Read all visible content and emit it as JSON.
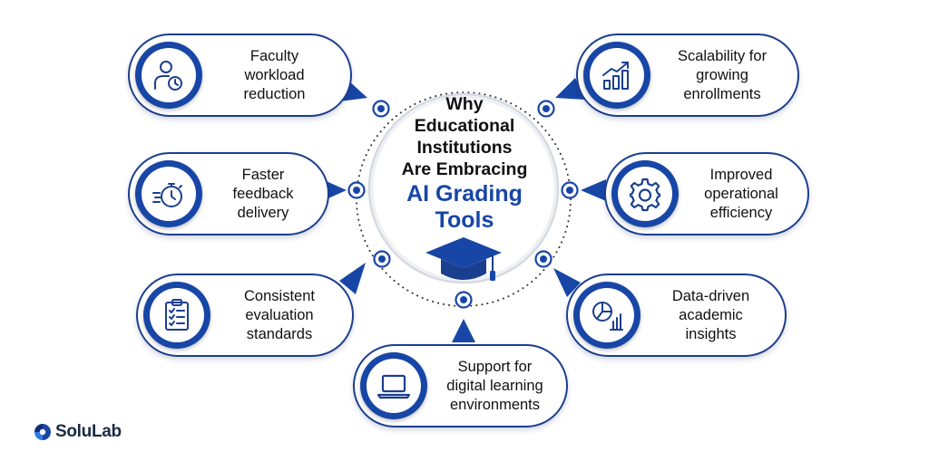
{
  "center": {
    "title_lines": [
      "Why",
      "Educational",
      "Institutions",
      "Are Embracing"
    ],
    "highlight_lines": [
      "AI Grading",
      "Tools"
    ],
    "icon": "graduation-cap-icon"
  },
  "items": [
    {
      "id": "faculty",
      "label": "Faculty\nworkload\nreduction",
      "icon": "person-clock-icon"
    },
    {
      "id": "faster",
      "label": "Faster\nfeedback\ndelivery",
      "icon": "stopwatch-icon"
    },
    {
      "id": "consistent",
      "label": "Consistent\nevaluation\nstandards",
      "icon": "clipboard-checklist-icon"
    },
    {
      "id": "support",
      "label": "Support for\ndigital learning\nenvironments",
      "icon": "laptop-icon"
    },
    {
      "id": "data",
      "label": "Data-driven\nacademic\ninsights",
      "icon": "pie-bar-chart-icon"
    },
    {
      "id": "operational",
      "label": "Improved\noperational\nefficiency",
      "icon": "gear-icon"
    },
    {
      "id": "scalability",
      "label": "Scalability for\ngrowing\nenrollments",
      "icon": "growth-chart-icon"
    }
  ],
  "brand": {
    "name": "SoluLab",
    "icon": "solulab-logo-icon"
  },
  "colors": {
    "primary": "#1746a6",
    "outline": "#1b3f8e",
    "text": "#111111",
    "dots": "#333333"
  }
}
